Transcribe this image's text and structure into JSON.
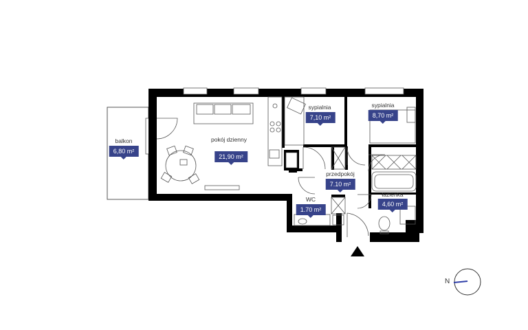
{
  "rooms": {
    "balkon": {
      "label": "balkon",
      "area": "6,80 m²"
    },
    "pokoj": {
      "label": "pokój dzienny",
      "area": "21,90 m²"
    },
    "sypialnia1": {
      "label": "sypialnia",
      "area": "7,10 m²"
    },
    "sypialnia2": {
      "label": "sypialnia",
      "area": "8,70 m²"
    },
    "przedpokoj": {
      "label": "przedpokój",
      "area": "7.10 m²"
    },
    "wc": {
      "label": "WC",
      "area": "1.70 m²"
    },
    "lazienka": {
      "label": "łazienka",
      "area": "4,60 m²"
    }
  },
  "compass": {
    "letter": "N"
  },
  "colors": {
    "badge": "#37438a",
    "wall": "#000000",
    "line": "#555555"
  }
}
